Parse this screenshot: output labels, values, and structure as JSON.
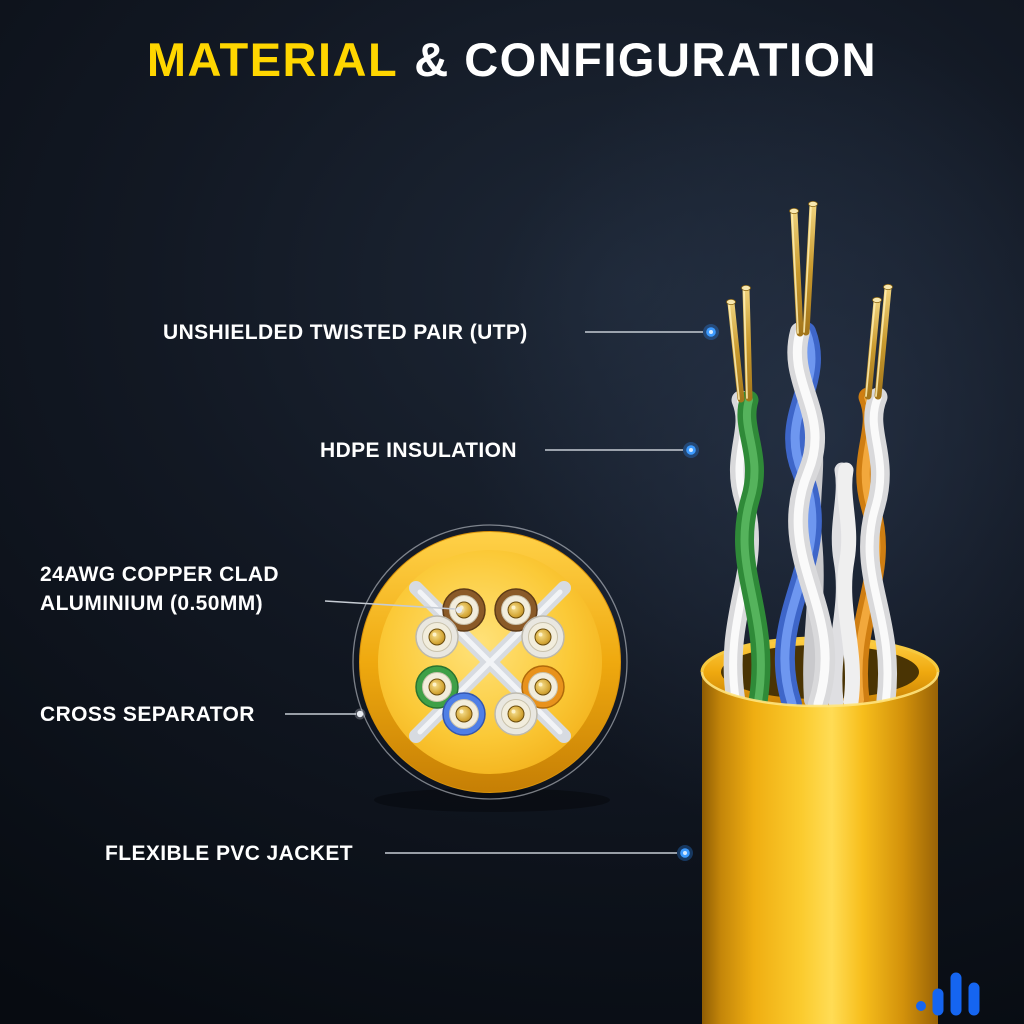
{
  "title": {
    "highlight": "MATERIAL",
    "rest": "& CONFIGURATION"
  },
  "callouts": [
    {
      "label": "UNSHIELDED TWISTED PAIR (UTP)"
    },
    {
      "label": "HDPE INSULATION"
    },
    {
      "label": "24AWG COPPER CLAD ALUMINIUM (0.50MM)"
    },
    {
      "label": "CROSS SEPARATOR"
    },
    {
      "label": "FLEXIBLE PVC JACKET"
    }
  ],
  "diagram": {
    "subject": "Ethernet cable cutaway with cross-section inset",
    "colors": {
      "accent_yellow": "#FFD600",
      "text_white": "#FFFFFF",
      "pointer_blue": "#3D9BFF",
      "jacket_yellow": "#F6BC18",
      "wire_blue": "#4F7FE6",
      "wire_green": "#3FA047",
      "wire_orange": "#E8921C",
      "wire_white": "#EDEDED",
      "copper_gold": "#C9981F",
      "logo_blue": "#1565F0",
      "background_dark": "#0A0F16"
    }
  }
}
